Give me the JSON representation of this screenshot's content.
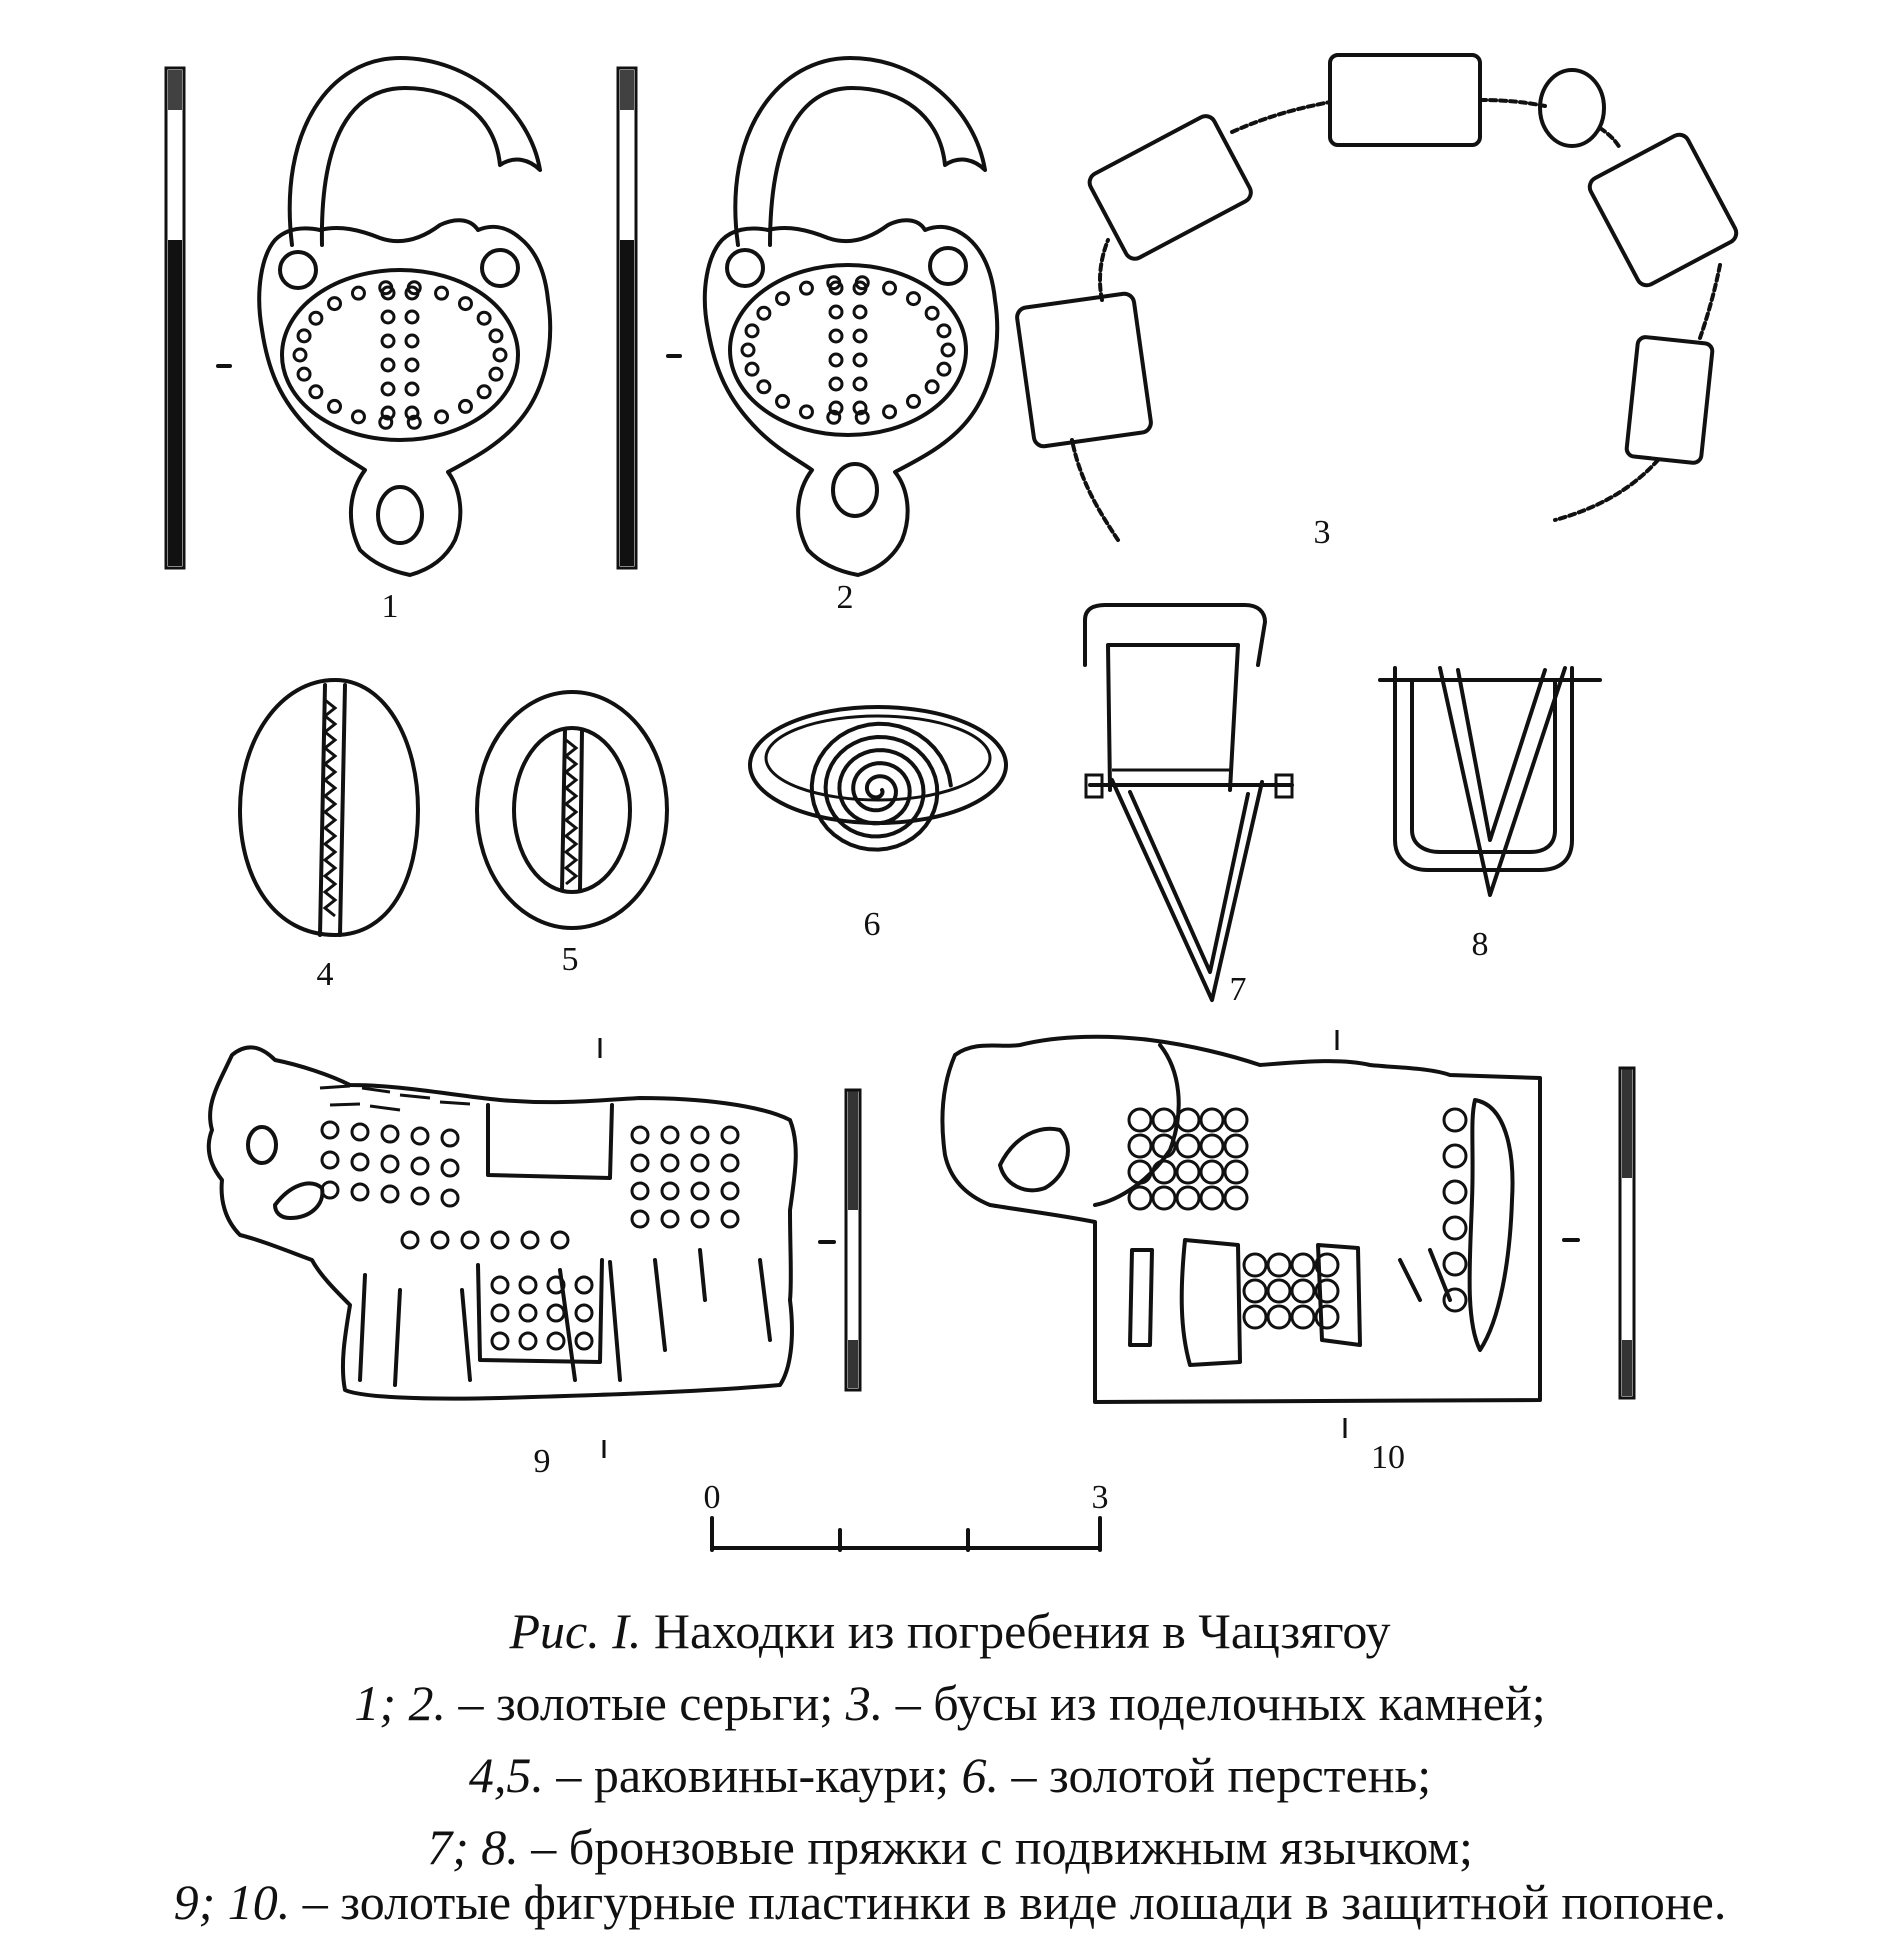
{
  "labels": {
    "item1": "1",
    "item2": "2",
    "item3": "3",
    "item4": "4",
    "item5": "5",
    "item6": "6",
    "item7": "7",
    "item8": "8",
    "item9": "9",
    "item10": "10"
  },
  "scale": {
    "start": "0",
    "end": "3"
  },
  "caption": {
    "title_prefix": "Рис. I.",
    "title_text": " Находки из погребения в Чацзягоу",
    "line1_a": "1; 2.",
    "line1_b": " – золотые серьги; ",
    "line1_c": "3.",
    "line1_d": " – бусы из поделочных камней;",
    "line2_a": "4,5.",
    "line2_b": " – раковины-каури; ",
    "line2_c": "6.",
    "line2_d": " – золотой перстень;",
    "line3_a": "7; 8.",
    "line3_b": " – бронзовые пряжки с подвижным язычком;",
    "line4_a": "9; 10.",
    "line4_b": " – золотые фигурные пластинки в виде лошади в защитной попоне."
  }
}
